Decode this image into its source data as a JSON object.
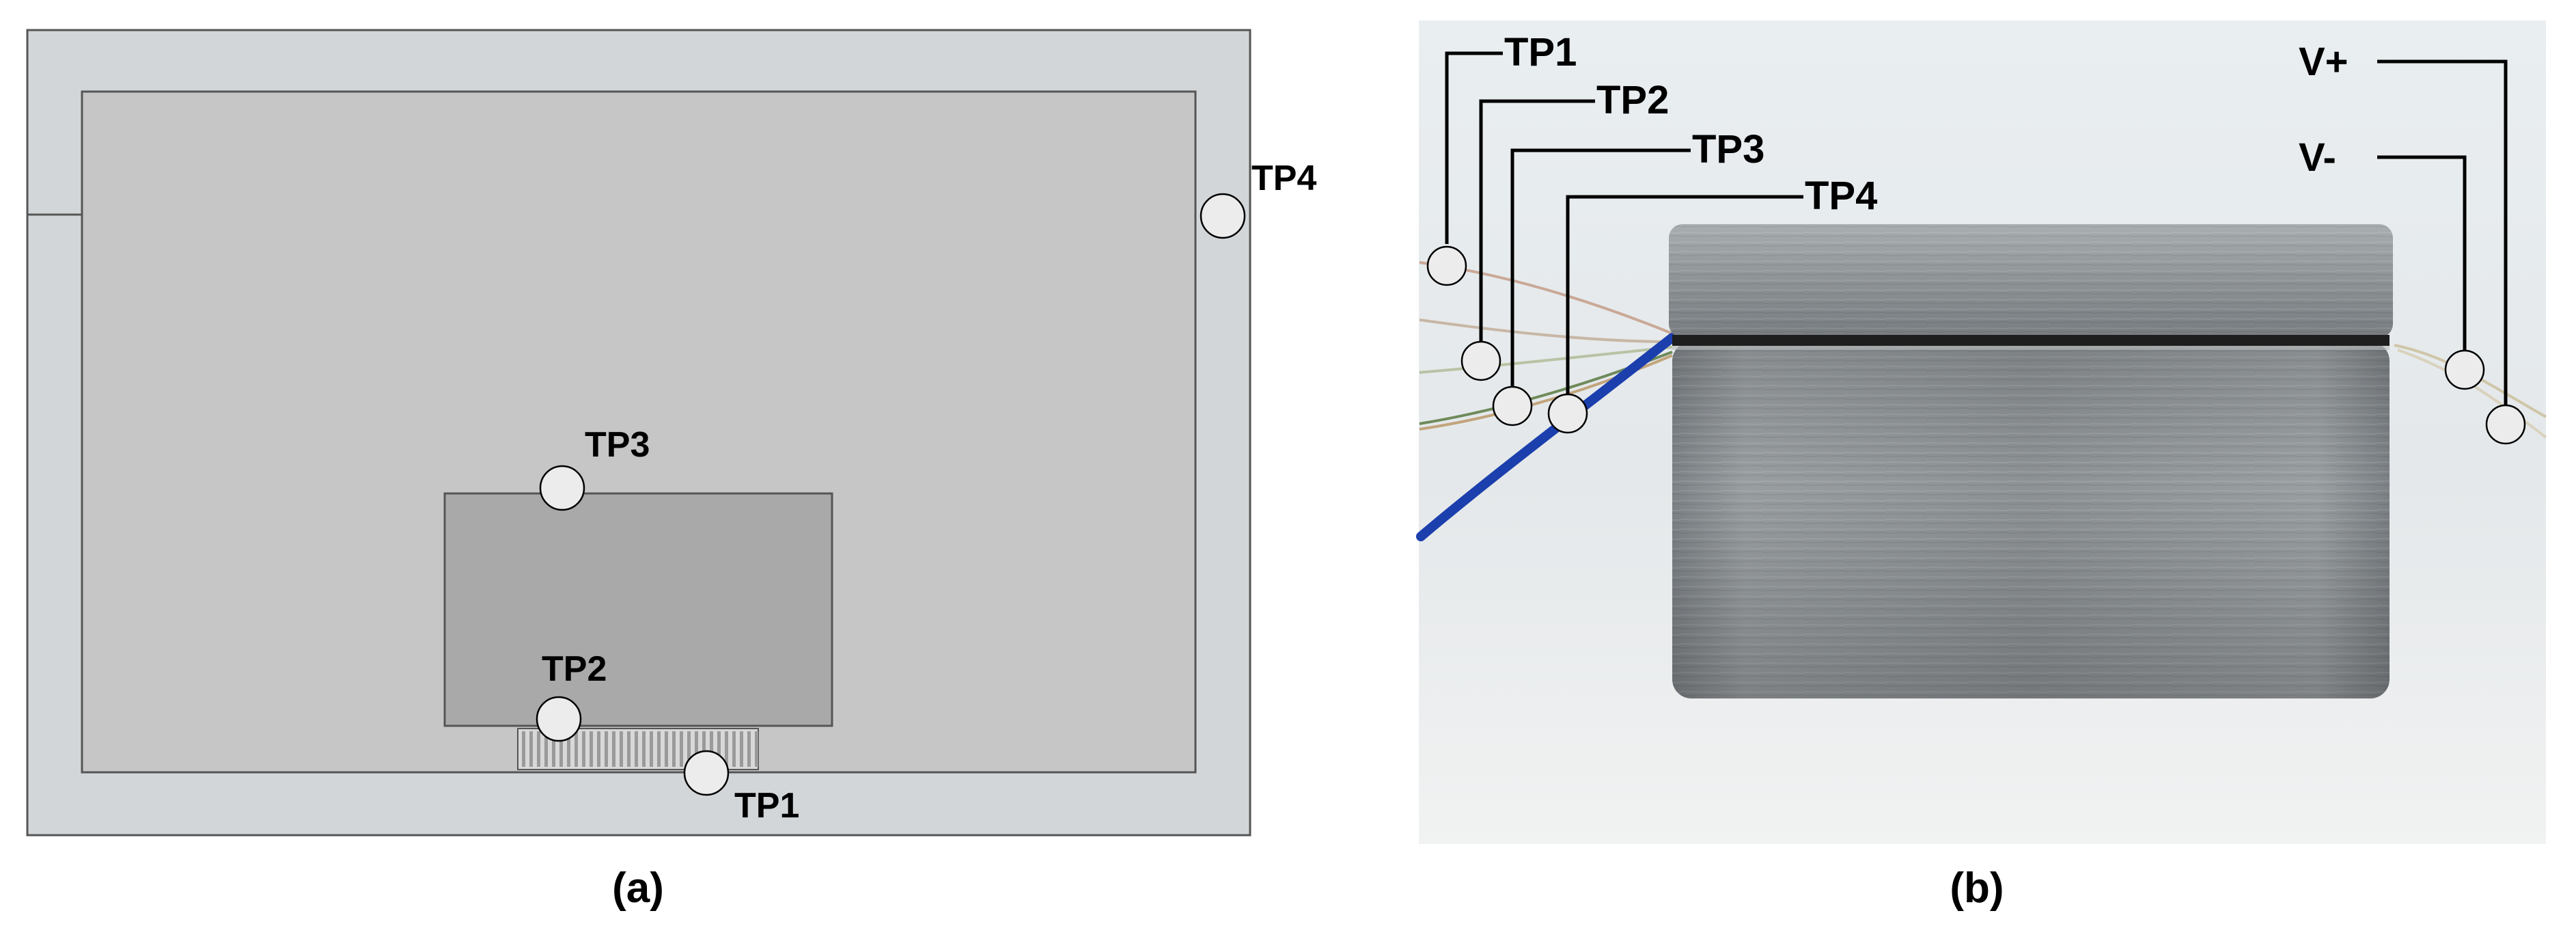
{
  "panel_a": {
    "caption": "(a)",
    "labels": {
      "tp1": "TP1",
      "tp2": "TP2",
      "tp3": "TP3",
      "tp4": "TP4"
    }
  },
  "panel_b": {
    "caption": "(b)",
    "labels": {
      "tp1": "TP1",
      "tp2": "TP2",
      "tp3": "TP3",
      "tp4": "TP4",
      "vplus": "V+",
      "vminus": "V-"
    }
  },
  "colors": {
    "enclosure_outer": "#d3d6d9",
    "enclosure_inner": "#c6c6c6",
    "component": "#a9a9a9",
    "photo_background": "#e9ecee",
    "aluminium_box": "#8f9497",
    "blue_wire": "#1c3fae"
  }
}
